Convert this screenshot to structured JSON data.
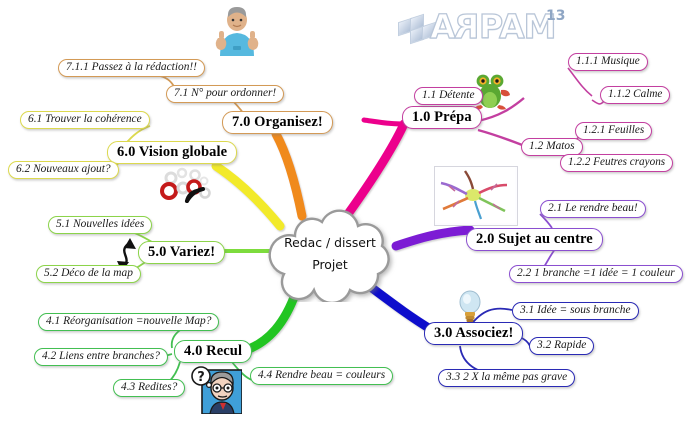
{
  "logo": {
    "text_part1": "A",
    "text_reversed": "R",
    "text_part2": "PAM",
    "superscript": "13",
    "full_label": "ARPAM13"
  },
  "center": {
    "line1": "Redac / dissert",
    "line2": "Projet"
  },
  "images": {
    "thumbs_up": "thumbs-up-person-image",
    "frog": "frog-relaxing-image",
    "mindmap_thumb": "colorful-mindmap-thumbnail-image",
    "lightbulb": "lightbulb-image",
    "gears": "red-gears-image",
    "professor": "thinking-professor-image"
  },
  "colors": {
    "branch1": "#ec008c",
    "branch2": "#7b1fd4",
    "branch3": "#1111cc",
    "branch4": "#22c522",
    "branch5": "#7ddc3c",
    "branch6": "#f2ea2a",
    "branch7": "#f08a1e",
    "node1_border": "#c33fa0",
    "node2_border": "#8b4fd0",
    "node3_border": "#2a2ab5",
    "node4_border": "#43bf52",
    "node5_border": "#8cd44a",
    "node6_border": "#dcd94e",
    "node7_border": "#d39a56"
  },
  "branches": [
    {
      "id": "1",
      "label": "1.0 Prépa",
      "children": [
        {
          "id": "1.1",
          "label": "1.1 Détente",
          "children": [
            {
              "id": "1.1.1",
              "label": "1.1.1 Musique"
            },
            {
              "id": "1.1.2",
              "label": "1.1.2 Calme"
            }
          ]
        },
        {
          "id": "1.2",
          "label": "1.2 Matos",
          "children": [
            {
              "id": "1.2.1",
              "label": "1.2.1 Feuilles"
            },
            {
              "id": "1.2.2",
              "label": "1.2.2 Feutres crayons"
            }
          ]
        }
      ]
    },
    {
      "id": "2",
      "label": "2.0 Sujet au centre",
      "children": [
        {
          "id": "2.1",
          "label": "2.1 Le rendre beau!"
        },
        {
          "id": "2.2",
          "label": "2.2 1 branche  =1 idée = 1 couleur"
        }
      ]
    },
    {
      "id": "3",
      "label": "3.0 Associez!",
      "children": [
        {
          "id": "3.1",
          "label": "3.1 Idée = sous branche"
        },
        {
          "id": "3.2",
          "label": "3.2 Rapide"
        },
        {
          "id": "3.3",
          "label": "3.3   2 X la même pas grave"
        }
      ]
    },
    {
      "id": "4",
      "label": "4.0 Recul",
      "children": [
        {
          "id": "4.1",
          "label": "4.1 Réorganisation =nouvelle Map?"
        },
        {
          "id": "4.2",
          "label": "4.2 Liens entre branches?"
        },
        {
          "id": "4.3",
          "label": "4.3 Redites?"
        },
        {
          "id": "4.4",
          "label": "4.4 Rendre beau = couleurs"
        }
      ]
    },
    {
      "id": "5",
      "label": "5.0 Variez!",
      "children": [
        {
          "id": "5.1",
          "label": "5.1 Nouvelles idées"
        },
        {
          "id": "5.2",
          "label": "5.2 Déco de la map"
        }
      ]
    },
    {
      "id": "6",
      "label": "6.0 Vision globale",
      "children": [
        {
          "id": "6.1",
          "label": "6.1 Trouver la cohérence"
        },
        {
          "id": "6.2",
          "label": "6.2 Nouveaux ajout?"
        }
      ]
    },
    {
      "id": "7",
      "label": "7.0 Organisez!",
      "children": [
        {
          "id": "7.1",
          "label": "7.1 N° pour ordonner!",
          "children": [
            {
              "id": "7.1.1",
              "label": "7.1.1 Passez à la rédaction!!"
            }
          ]
        }
      ]
    }
  ]
}
